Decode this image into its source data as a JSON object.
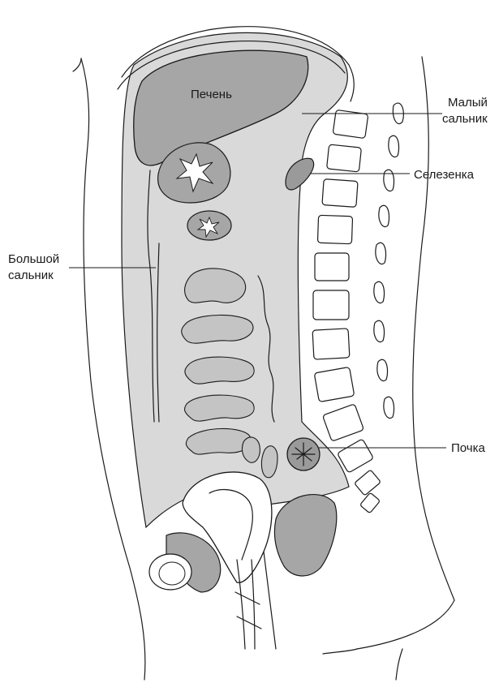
{
  "labels": {
    "liver": "Печень",
    "lesser_omentum_1": "Малый",
    "lesser_omentum_2": "сальник",
    "spleen": "Селезенка",
    "greater_omentum_1": "Большой",
    "greater_omentum_2": "сальник",
    "kidney": "Почка"
  },
  "colors": {
    "peritoneum_fill": "#d9d9d9",
    "organ_fill": "#9a9a9a",
    "liver_fill": "#a6a6a6",
    "cavity_fill": "#ffffff",
    "line": "#1a1a1a"
  }
}
